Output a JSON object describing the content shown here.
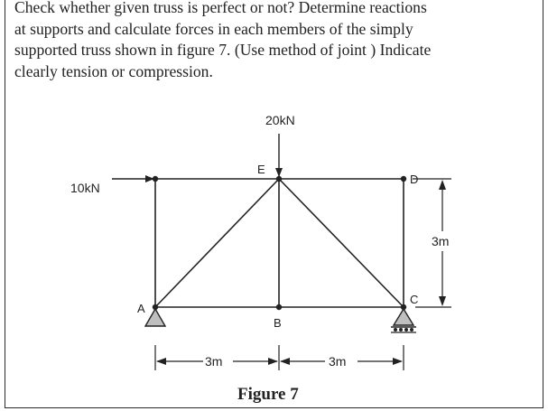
{
  "question": {
    "lines": [
      "Check whether given truss is perfect or not? Determine reactions",
      "at supports and calculate forces in each members of the simply",
      "supported truss shown in figure 7. (Use method of joint ) Indicate",
      "clearly tension or compression."
    ]
  },
  "figure": {
    "caption": "Figure 7",
    "loads": {
      "vertical": "20kN",
      "horizontal": "10kN"
    },
    "nodes": {
      "a": "A",
      "b": "B",
      "c": "C",
      "d": "D",
      "e": "E"
    },
    "dimensions": {
      "span_left": "3m",
      "span_right": "3m",
      "height": "3m"
    }
  },
  "colors": {
    "ink": "#222222",
    "frame": "#2a2a2a"
  }
}
